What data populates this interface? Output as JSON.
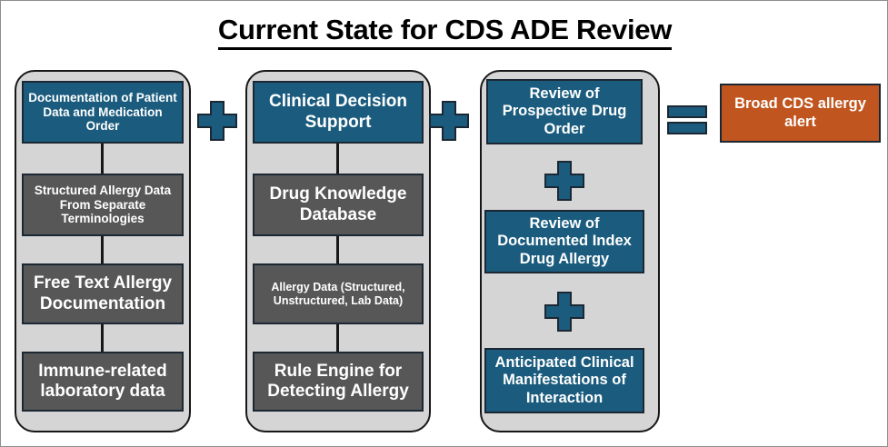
{
  "title": "Current State for CDS ADE Review",
  "colors": {
    "teal": "#1b5c7e",
    "gray": "#575757",
    "orange": "#c0551f",
    "group_background": "#d5d5d5",
    "outline": "#1b2733",
    "text_on_fill": "#ffffff",
    "title_text": "#000000"
  },
  "columns": [
    {
      "id": "documentation-column",
      "header": {
        "label": "Documentation of Patient Data and Medication Order",
        "fill": "teal"
      },
      "steps": [
        {
          "label": "Structured Allergy Data From Separate Terminologies",
          "fill": "gray"
        },
        {
          "label": "Free Text Allergy Documentation",
          "fill": "gray"
        },
        {
          "label": "Immune-related laboratory data",
          "fill": "gray"
        }
      ]
    },
    {
      "id": "clinical-decision-support-column",
      "header": {
        "label": "Clinical Decision Support",
        "fill": "teal"
      },
      "steps": [
        {
          "label": "Drug Knowledge Database",
          "fill": "gray"
        },
        {
          "label": "Allergy Data (Structured, Unstructured, Lab Data)",
          "fill": "gray"
        },
        {
          "label": "Rule Engine for Detecting Allergy",
          "fill": "gray"
        }
      ]
    },
    {
      "id": "review-column",
      "header": {
        "label": "Review of Prospective Drug Order",
        "fill": "teal"
      },
      "steps": [
        {
          "label": "Review of Documented Index Drug Allergy",
          "fill": "teal"
        },
        {
          "label": "Anticipated Clinical Manifestations of Interaction",
          "fill": "teal"
        }
      ]
    }
  ],
  "operators": {
    "plus_between_col1_col2": "+",
    "plus_between_col2_col3": "+",
    "plus_inside_col3_first": "+",
    "plus_inside_col3_second": "+",
    "equals": "="
  },
  "result": {
    "label": "Broad CDS allergy alert",
    "fill": "orange"
  }
}
